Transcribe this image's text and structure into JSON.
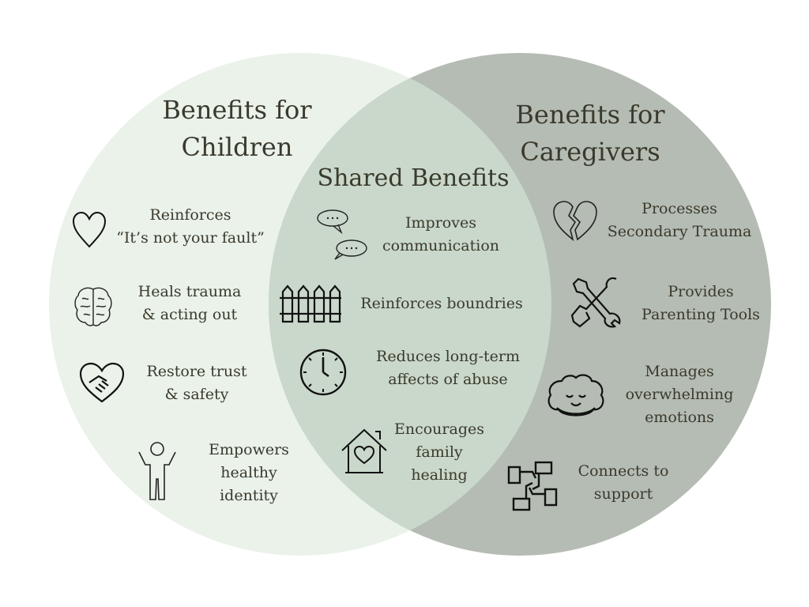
{
  "colors": {
    "children": "#eaf2ea",
    "caregivers": "#b5bcb3",
    "shared": "#c9d8ca",
    "text": "#3a3a2c"
  },
  "children": {
    "title_line1": "Benefits for",
    "title_line2": "Children",
    "items": [
      {
        "icon": "heart-icon",
        "lines": [
          "Reinforces",
          "“It’s not your fault”"
        ]
      },
      {
        "icon": "brain-icon",
        "lines": [
          "Heals trauma",
          "& acting out"
        ]
      },
      {
        "icon": "handshake-heart-icon",
        "lines": [
          "Restore trust",
          "& safety"
        ]
      },
      {
        "icon": "child-arms-up-icon",
        "lines": [
          "Empowers",
          "healthy",
          "identity"
        ]
      }
    ]
  },
  "shared": {
    "title": "Shared Benefits",
    "items": [
      {
        "icon": "speech-bubbles-icon",
        "lines": [
          "Improves",
          "communication"
        ]
      },
      {
        "icon": "fence-icon",
        "lines": [
          "Reinforces boundries"
        ]
      },
      {
        "icon": "clock-icon",
        "lines": [
          "Reduces long-term",
          "affects of abuse"
        ]
      },
      {
        "icon": "house-heart-icon",
        "lines": [
          "Encourages",
          "family",
          "healing"
        ]
      }
    ]
  },
  "caregivers": {
    "title_line1": "Benefits for",
    "title_line2": "Caregivers",
    "items": [
      {
        "icon": "broken-heart-icon",
        "lines": [
          "Processes",
          "Secondary Trauma"
        ]
      },
      {
        "icon": "tools-icon",
        "lines": [
          "Provides",
          "Parenting Tools"
        ]
      },
      {
        "icon": "calm-face-icon",
        "lines": [
          "Manages",
          "overwhelming",
          "emotions"
        ]
      },
      {
        "icon": "linked-hands-icon",
        "lines": [
          "Connects to",
          "support"
        ]
      }
    ]
  }
}
